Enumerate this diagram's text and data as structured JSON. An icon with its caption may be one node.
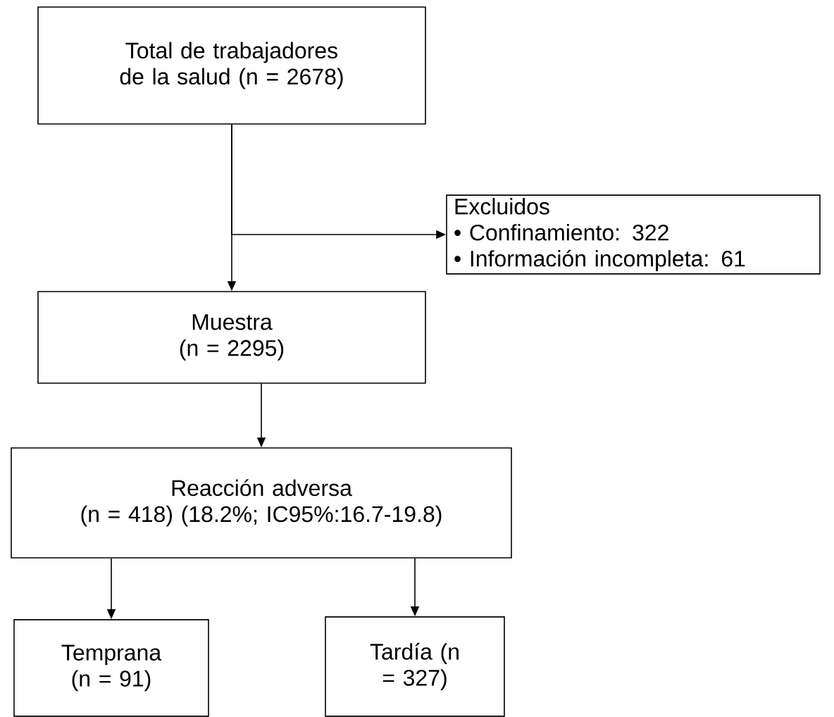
{
  "diagram": {
    "nodes": [
      {
        "text": [
          "Total de trabajadores de la salud (n = 2678)"
        ]
      },
      {
        "text": [
          "Excluidos",
          "• Confinamiento: 322",
          "• Información incompleta: 61"
        ]
      },
      {
        "text": [
          "Muestra (n = 2295)"
        ]
      },
      {
        "text": [
          "Reacción adversa",
          "(n = 418) (18.2%; IC95%:16.7-19.8)"
        ]
      },
      {
        "text": [
          "Temprana (n = 91)"
        ]
      },
      {
        "text": [
          "Tardía (n = 327)"
        ]
      }
    ],
    "edges": [
      {
        "from": 0,
        "to": 2,
        "arrow": "to"
      },
      {
        "from": 0,
        "to": 1,
        "arrow": "to"
      },
      {
        "from": 2,
        "to": 3,
        "arrow": "to"
      },
      {
        "from": 3,
        "to": 4,
        "arrow": "to"
      },
      {
        "from": 3,
        "to": 5,
        "arrow": "to"
      }
    ]
  }
}
